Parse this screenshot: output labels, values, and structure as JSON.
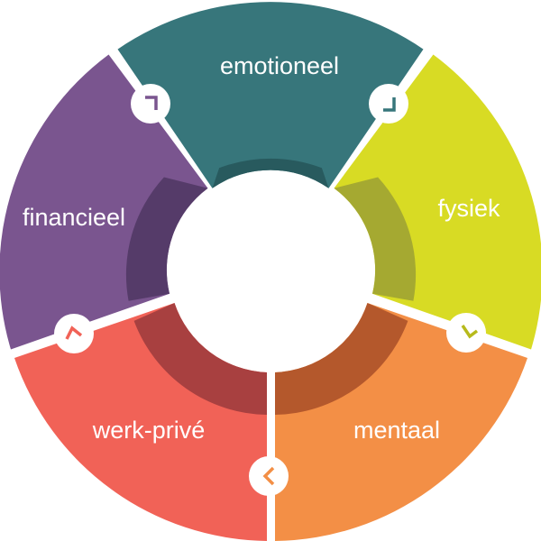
{
  "segments": [
    {
      "id": "emotioneel",
      "label": "emotioneel",
      "color": "#37767b",
      "inner_color": "#285a5e"
    },
    {
      "id": "fysiek",
      "label": "fysiek",
      "color": "#d8db24",
      "inner_color": "#a5a931"
    },
    {
      "id": "mentaal",
      "label": "mentaal",
      "color": "#f38f46",
      "inner_color": "#b4582c"
    },
    {
      "id": "werk-prive",
      "label": "werk-privé",
      "color": "#f16257",
      "inner_color": "#a84040"
    },
    {
      "id": "financieel",
      "label": "financieel",
      "color": "#7a558f",
      "inner_color": "#553b69"
    }
  ],
  "connectors": [
    {
      "between": "financieel-emotioneel",
      "icon": "chevron-icon"
    },
    {
      "between": "emotioneel-fysiek",
      "icon": "chevron-icon"
    },
    {
      "between": "fysiek-mentaal",
      "icon": "chevron-icon"
    },
    {
      "between": "mentaal-werk-prive",
      "icon": "chevron-icon"
    },
    {
      "between": "werk-prive-financieel",
      "icon": "chevron-icon"
    }
  ],
  "center_color": "#ffffff"
}
